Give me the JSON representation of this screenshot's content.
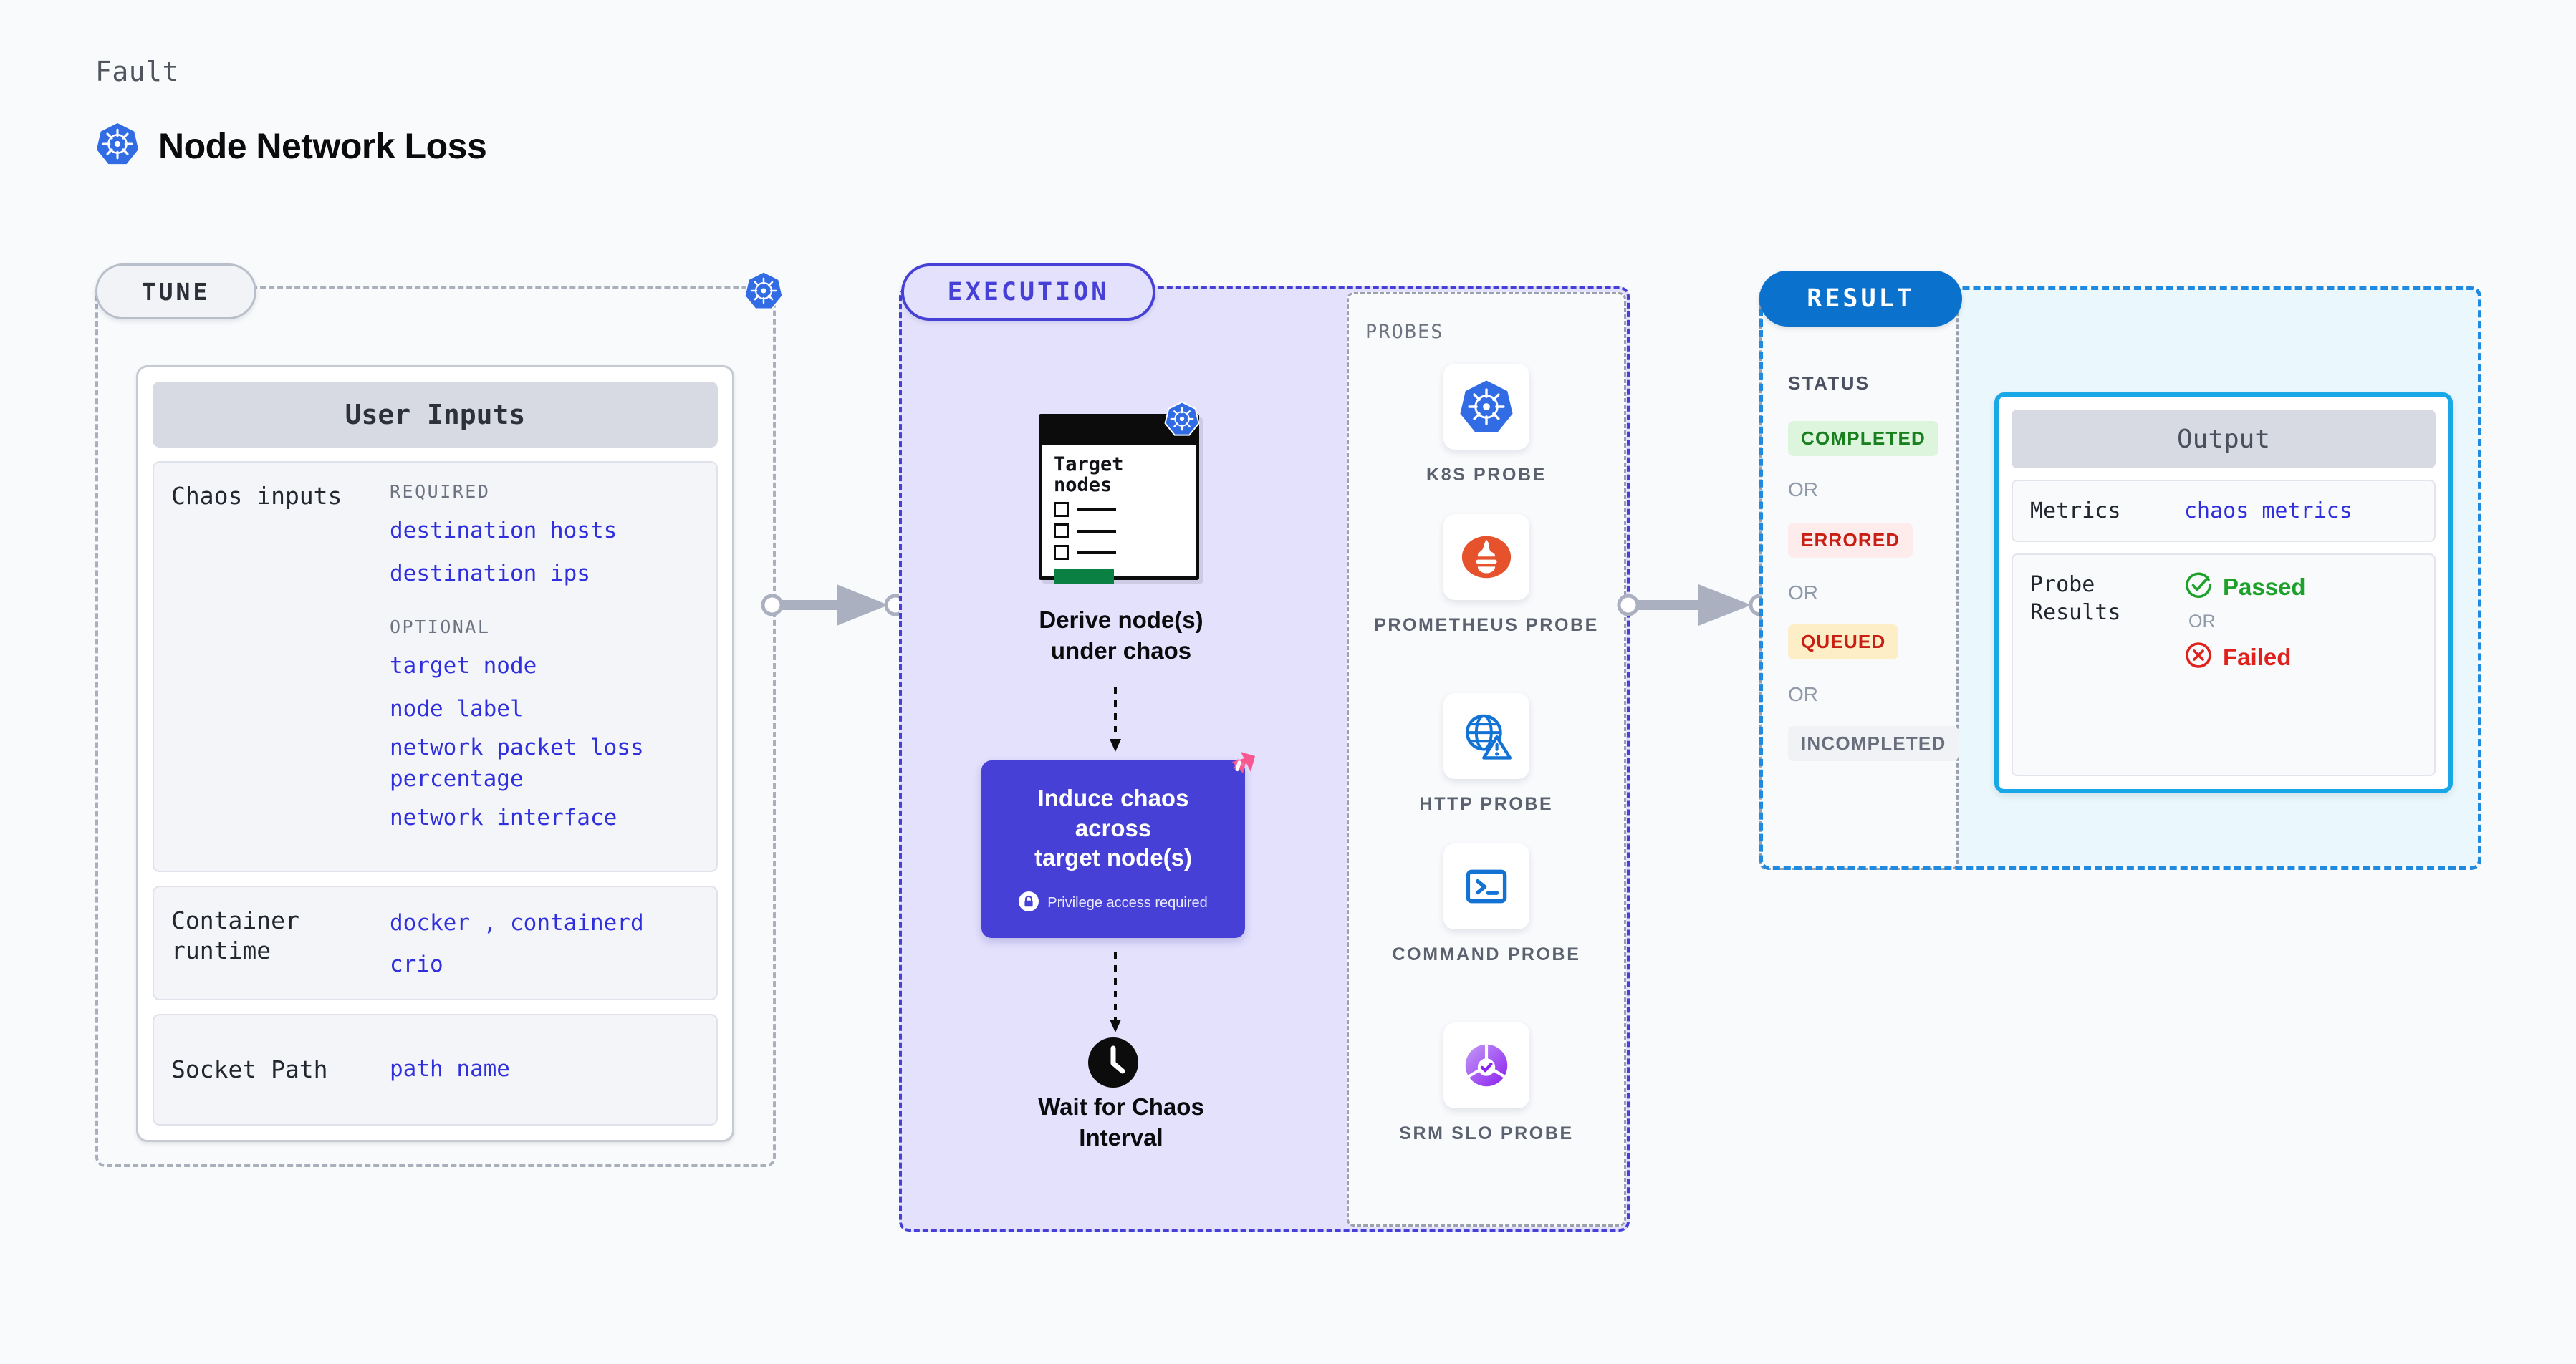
{
  "header": {
    "eyebrow": "Fault",
    "title": "Node Network Loss",
    "icon": "kubernetes-icon"
  },
  "stages": {
    "tune": {
      "label": "TUNE"
    },
    "execution": {
      "label": "EXECUTION"
    },
    "result": {
      "label": "RESULT"
    }
  },
  "tune": {
    "card_title": "User Inputs",
    "chaos_inputs": {
      "label": "Chaos inputs",
      "required_title": "REQUIRED",
      "required": [
        "destination hosts",
        "destination ips"
      ],
      "optional_title": "OPTIONAL",
      "optional": [
        "target node",
        "node label",
        "network packet loss percentage",
        "network interface"
      ]
    },
    "container_runtime": {
      "label": "Container runtime",
      "values_line1": "docker",
      "separator": ",",
      "values_line1b": "containerd",
      "values_line2": "crio"
    },
    "socket_path": {
      "label": "Socket Path",
      "value": "path name"
    }
  },
  "execution": {
    "target_card": {
      "title_line1": "Target",
      "title_line2": "nodes",
      "badge_icon": "kubernetes-icon"
    },
    "derive_caption_line1": "Derive node(s)",
    "derive_caption_line2": "under chaos",
    "chaos_box": {
      "title_line1": "Induce chaos across",
      "title_line2": "target node(s)",
      "privilege_note": "Privilege access required",
      "privilege_icon": "lock-icon",
      "corner_icon": "harness-logo-icon",
      "color": "#4640d6"
    },
    "wait_caption_line1": "Wait for Chaos",
    "wait_caption_line2": "Interval",
    "wait_icon": "clock-icon"
  },
  "probes": {
    "title": "PROBES",
    "items": [
      {
        "label": "K8S PROBE",
        "icon": "kubernetes-icon"
      },
      {
        "label": "PROMETHEUS PROBE",
        "icon": "prometheus-icon"
      },
      {
        "label": "HTTP PROBE",
        "icon": "globe-warning-icon"
      },
      {
        "label": "COMMAND PROBE",
        "icon": "terminal-icon"
      },
      {
        "label": "SRM SLO PROBE",
        "icon": "srm-slo-icon"
      }
    ]
  },
  "result": {
    "status_title": "STATUS",
    "or_label": "OR",
    "badges": [
      {
        "label": "COMPLETED",
        "color": "#1a7f1f",
        "background": "#ddf5dd"
      },
      {
        "label": "ERRORED",
        "color": "#c81f14",
        "background": "#fdeceb"
      },
      {
        "label": "QUEUED",
        "color": "#c81f14",
        "background": "#fdeec7"
      },
      {
        "label": "INCOMPLETED",
        "color": "#686e7c",
        "background": "#f1f2f6"
      }
    ],
    "output": {
      "title": "Output",
      "metrics_label": "Metrics",
      "metrics_value": "chaos metrics",
      "probe_results_label": "Probe Results",
      "passed_label": "Passed",
      "passed_icon": "check-circle-icon",
      "or_label": "OR",
      "failed_label": "Failed",
      "failed_icon": "x-circle-icon"
    }
  },
  "colors": {
    "kubernetes_blue": "#326ce5",
    "execution_purple": "#4640d6",
    "result_blue": "#0a72cd",
    "output_border": "#18a8e8",
    "mono_link": "#2f2fdd"
  }
}
